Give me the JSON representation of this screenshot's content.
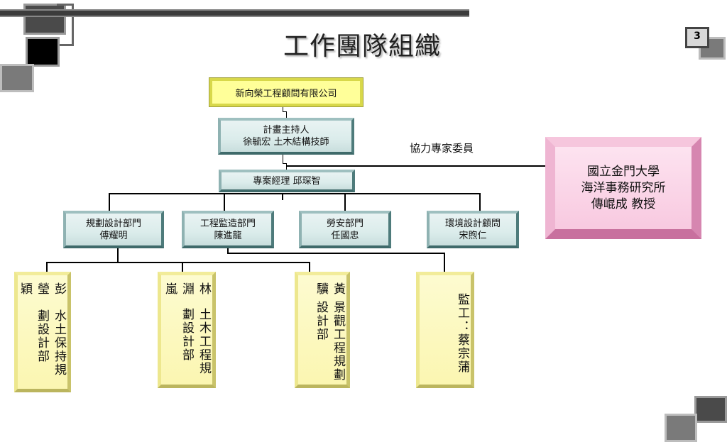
{
  "page": {
    "title": "工作團隊組織",
    "number": "3"
  },
  "org": {
    "company": "新向榮工程顧問有限公司",
    "host": {
      "line1": "計畫主持人",
      "line2": "徐毓宏 土木結構技師"
    },
    "manager": "專案經理 邱琛智",
    "consult_label": "協力專家委員",
    "consultant": {
      "line1": "國立金門大學",
      "line2": "海洋事務研究所",
      "line3": "傳崐成 教授"
    },
    "departments": [
      {
        "line1": "規劃設計部門",
        "line2": "傅耀明"
      },
      {
        "line1": "工程監造部門",
        "line2": "陳進龍"
      },
      {
        "line1": "勞安部門",
        "line2": "任國忠"
      },
      {
        "line1": "環境設計顧問",
        "line2": "宋煦仁"
      }
    ],
    "staff": [
      {
        "col1": "彭瑩穎",
        "col2": "水土保持規劃設計部"
      },
      {
        "col1": "林淵嵐",
        "col2": "土木工程規劃設計部"
      },
      {
        "col1": "黃驥",
        "col2": "景觀工程規劃設計部"
      },
      {
        "col1": "監工：蔡宗蒲"
      }
    ]
  },
  "colors": {
    "teal_box": "#dbeceb",
    "yellow_box": "#fbf6b1",
    "pink_box": "#f8c9e0",
    "company_box": "#ffff99"
  }
}
